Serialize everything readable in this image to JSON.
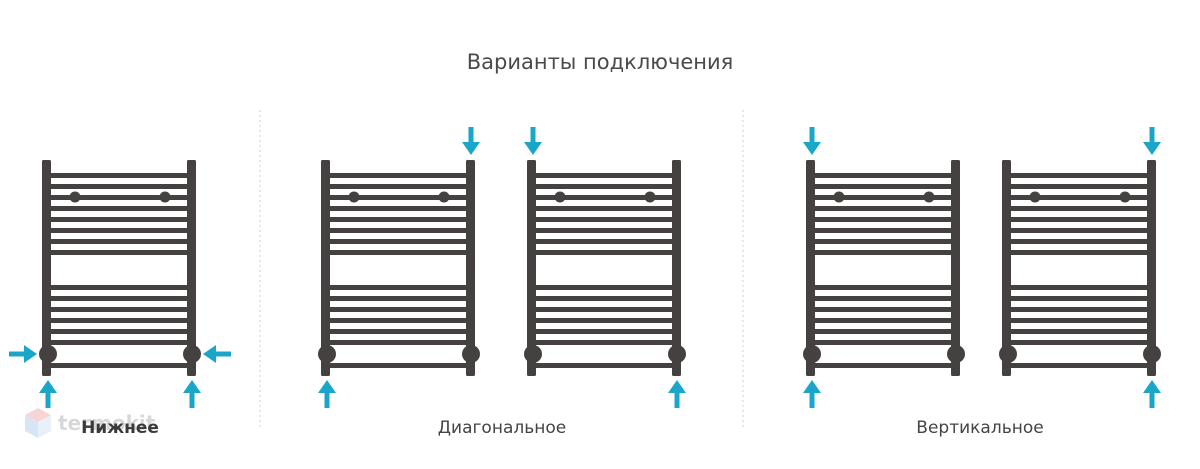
{
  "title": "Варианты подключения",
  "captions": {
    "bottom": "Нижнее",
    "diagonal": "Диагональное",
    "vertical": "Вертикальное"
  },
  "watermark": "termokit",
  "colors": {
    "radiator": "#454141",
    "arrow": "#1aa6c9",
    "divider": "#cfcfcf",
    "text": "#4a4a4a"
  }
}
